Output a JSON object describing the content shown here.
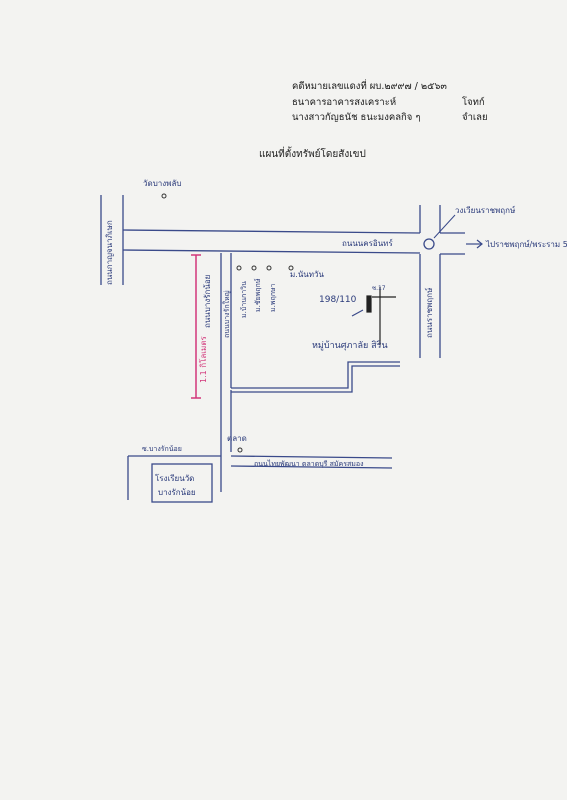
{
  "header": {
    "case_line": "คดีหมายเลขแดงที่ ผบ.๒๙๙๗ / ๒๕๖๓",
    "plaintiff_name": "ธนาคารอาคารสงเคราะห์",
    "plaintiff_role": "โจทก์",
    "defendant_name": "นางสาวกัญธนัช ธนะมงคลกิจ ๆ",
    "defendant_role": "จำเลย"
  },
  "title": "แผนที่ตั้งทรัพย์โดยสังเขป",
  "map": {
    "road_top": "ถนนนครอินทร์",
    "road_left": "ถนนกาญจนาภิเษก",
    "road_right": "ถนนราชพฤกษ์",
    "road_bottom": "ถนนไทยพัฒนา ตลาดบุรี สมัครสมอง",
    "soi_vertical": "ถนนบางรักน้อย",
    "soi_vertical_2": "ถนนบางรักใหญ่",
    "temple": "วัดบางพลับ",
    "circle_label": "วงเวียนราชพฤกษ์",
    "arrow_label": "ไปราชพฤกษ์/พระราม 5",
    "village_1": "ม.บ้านกาวิน",
    "village_2": "ม.ชัยพฤกษ์",
    "village_3": "ม.พฤกษา",
    "village_4": "ม.นันทวัน",
    "target_house": "198/110",
    "target_mark": "ซ.17",
    "target_village": "หมู่บ้านศุภาลัย สิริน",
    "distance": "1.1 กิโลเมตร",
    "side_soi": "ซ.บางรักน้อย",
    "school_line1": "โรงเรียนวัด",
    "school_line2": "บางรักน้อย",
    "market": "ตลาด"
  }
}
